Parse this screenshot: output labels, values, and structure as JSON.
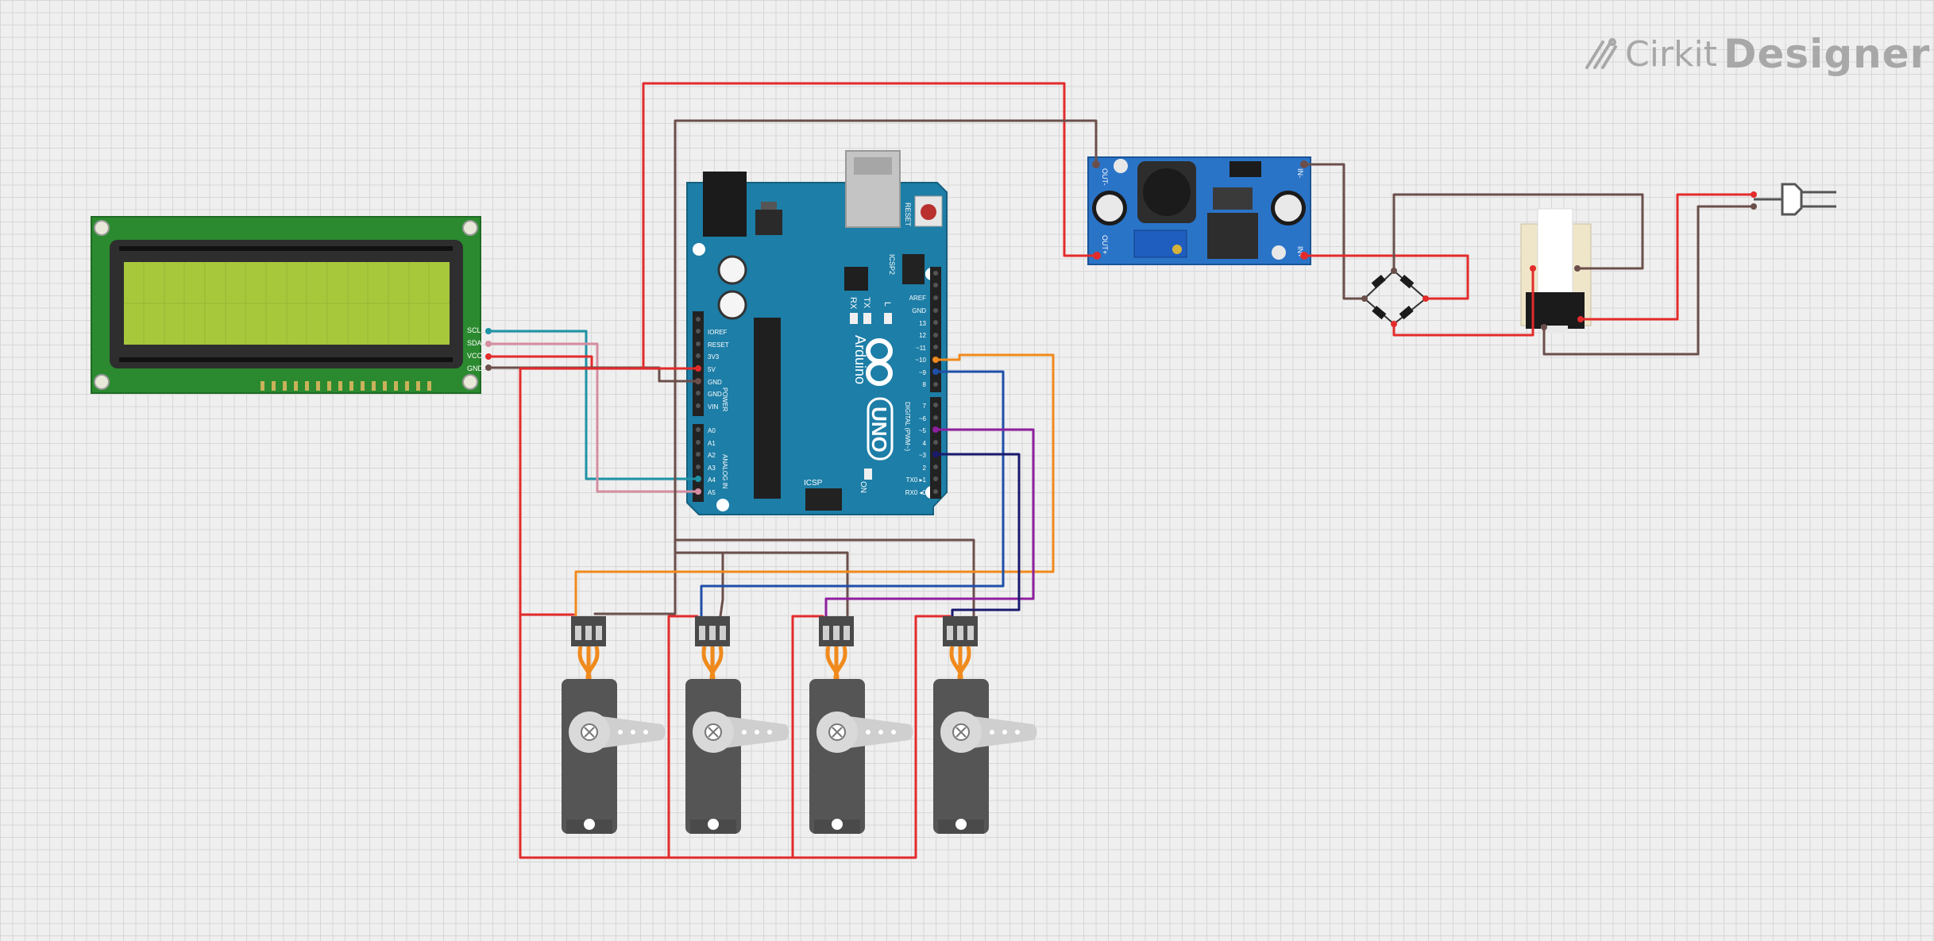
{
  "app": {
    "brand_name": "Cirkit",
    "brand_suffix": "Designer"
  },
  "colors": {
    "wire_red": "#e32b2b",
    "wire_brown": "#6b4f4b",
    "wire_orange": "#f08a1c",
    "wire_blue": "#1f4fa8",
    "wire_teal": "#1f93a6",
    "wire_pink": "#d58ea0",
    "wire_purple": "#8e1f9e",
    "wire_navy": "#1a1a6e",
    "arduino_board": "#1d7ea7",
    "lcd_pcb": "#2b8a2f",
    "lcd_screen": "#a8c83c",
    "buck_board": "#2a74c8",
    "servo_body": "#555555"
  },
  "arduino": {
    "brand": "Arduino",
    "model": "UNO",
    "reset_label": "RESET",
    "icsp2_label": "ICSP2",
    "icsp_label": "ICSP",
    "led_l": "L",
    "led_tx": "TX",
    "led_rx": "RX",
    "on_label": "ON",
    "power_section": "POWER",
    "analog_section": "ANALOG IN",
    "digital_section": "DIGITAL (PWM~)",
    "power_pins": [
      "IOREF",
      "RESET",
      "3V3",
      "5V",
      "GND",
      "GND",
      "VIN"
    ],
    "analog_pins": [
      "A0",
      "A1",
      "A2",
      "A3",
      "A4",
      "A5"
    ],
    "digital_pins_top": [
      "AREF",
      "GND",
      "13",
      "12",
      "~11",
      "~10",
      "~9",
      "8"
    ],
    "digital_pins_bottom": [
      "7",
      "~6",
      "~5",
      "4",
      "~3",
      "2",
      "TX0 ▸1",
      "RX0 ◂0"
    ]
  },
  "lcd": {
    "pins": [
      "SCL",
      "SDA",
      "VCC",
      "GND"
    ]
  },
  "buck_converter": {
    "in_minus": "IN-",
    "in_plus": "IN+",
    "out_minus": "OUT-",
    "out_plus": "OUT+"
  },
  "servos": {
    "count": 4
  }
}
